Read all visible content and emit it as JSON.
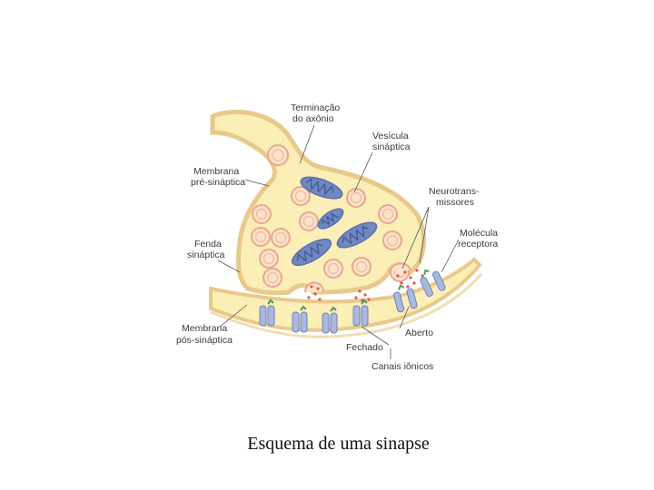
{
  "labels": {
    "terminacao_line1": "Terminação",
    "terminacao_line2": "do axônio",
    "vesicula_line1": "Vesícula",
    "vesicula_line2": "sináptica",
    "membrana_pre_line1": "Membrana",
    "membrana_pre_line2": "pré-sináptica",
    "neuro_line1": "Neurotrans-",
    "neuro_line2": "missores",
    "molecula_line1": "Molécula",
    "molecula_line2": "receptora",
    "fenda_line1": "Fenda",
    "fenda_line2": "sináptica",
    "membrana_pos_line1": "Membrana",
    "membrana_pos_line2": "pós-sináptica",
    "aberto": "Aberto",
    "fechado": "Fechado",
    "canais": "Canais iônicos"
  },
  "caption": "Esquema de uma sinapse",
  "colors": {
    "cytoplasm": "#fbeeb6",
    "membrane": "#e9c98a",
    "vesicle_fill": "#fbe2c8",
    "vesicle_ring": "#e9a88d",
    "mitochondria": "#7088c2",
    "channel": "#a8b8de",
    "neurotransmitter": "#e0584a",
    "receptor": "#4f9a5a"
  }
}
